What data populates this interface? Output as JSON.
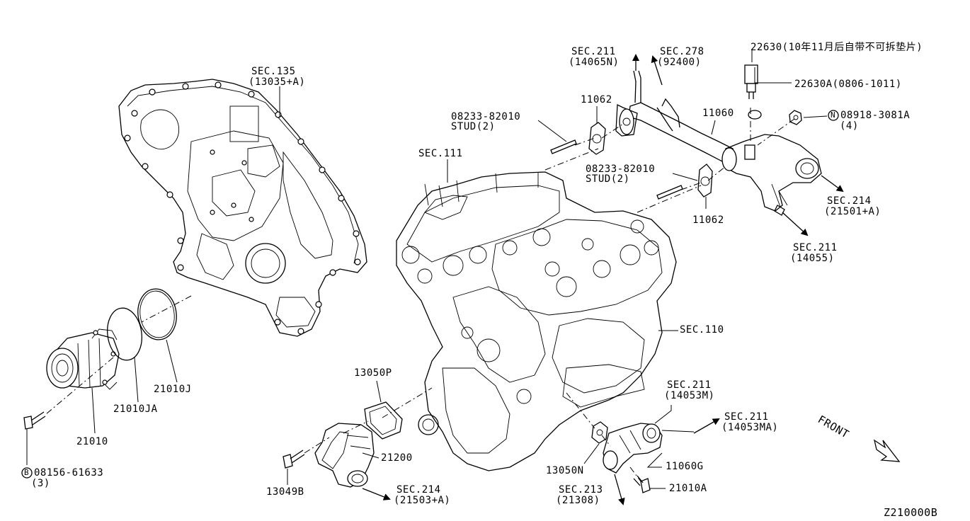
{
  "labels": {
    "sec135": "SEC.135",
    "sec135_sub": "(13035+A)",
    "sec211_n": "SEC.211",
    "sec211_n_sub": "(14065N)",
    "sec278": "SEC.278",
    "sec278_sub": "(92400)",
    "p22630": "22630(10年11月后自带不可拆垫片)",
    "p22630a": "22630A(0806-1011)",
    "p11062_top": "11062",
    "stud1": "08233-82010",
    "stud1_sub": "STUD(2)",
    "p11060": "11060",
    "nut_num": "08918-3081A",
    "nut_qty": "(4)",
    "nut_mark": "N",
    "sec111": "SEC.111",
    "stud2": "08233-82010",
    "stud2_sub": "STUD(2)",
    "p11062_bot": "11062",
    "sec214_a": "SEC.214",
    "sec214_a_sub": "(21501+A)",
    "sec211_55": "SEC.211",
    "sec211_55_sub": "(14055)",
    "sec110": "SEC.110",
    "p21010j": "21010J",
    "p21010ja": "21010JA",
    "p21010": "21010",
    "bolt_num": "08156-61633",
    "bolt_qty": "(3)",
    "bolt_mark": "B",
    "p13050p": "13050P",
    "p21200": "21200",
    "p13049b": "13049B",
    "sec214_b": "SEC.214",
    "sec214_b_sub": "(21503+A)",
    "p13050n": "13050N",
    "sec213": "SEC.213",
    "sec213_sub": "(21308)",
    "sec211_m": "SEC.211",
    "sec211_m_sub": "(14053M)",
    "sec211_ma": "SEC.211",
    "sec211_ma_sub": "(14053MA)",
    "p11060g": "11060G",
    "p21010a": "21010A",
    "front": "FRONT",
    "diagram_code": "Z210000B"
  },
  "icons": {
    "front_arrow": "front-direction-arrow-icon",
    "flow_arrow": "section-reference-arrow-icon",
    "circled_letter": "circled-letter-icon"
  },
  "colors": {
    "ink": "#000000",
    "paper": "#ffffff"
  }
}
